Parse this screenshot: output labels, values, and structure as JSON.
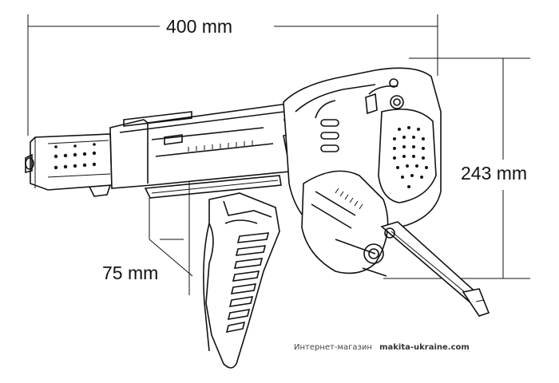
{
  "dimensions": {
    "length": "400 mm",
    "height": "243 mm",
    "attachment": "75 mm"
  },
  "watermark": {
    "prefix": "Интернет-магазин",
    "site": "makita-ukraine.com"
  }
}
